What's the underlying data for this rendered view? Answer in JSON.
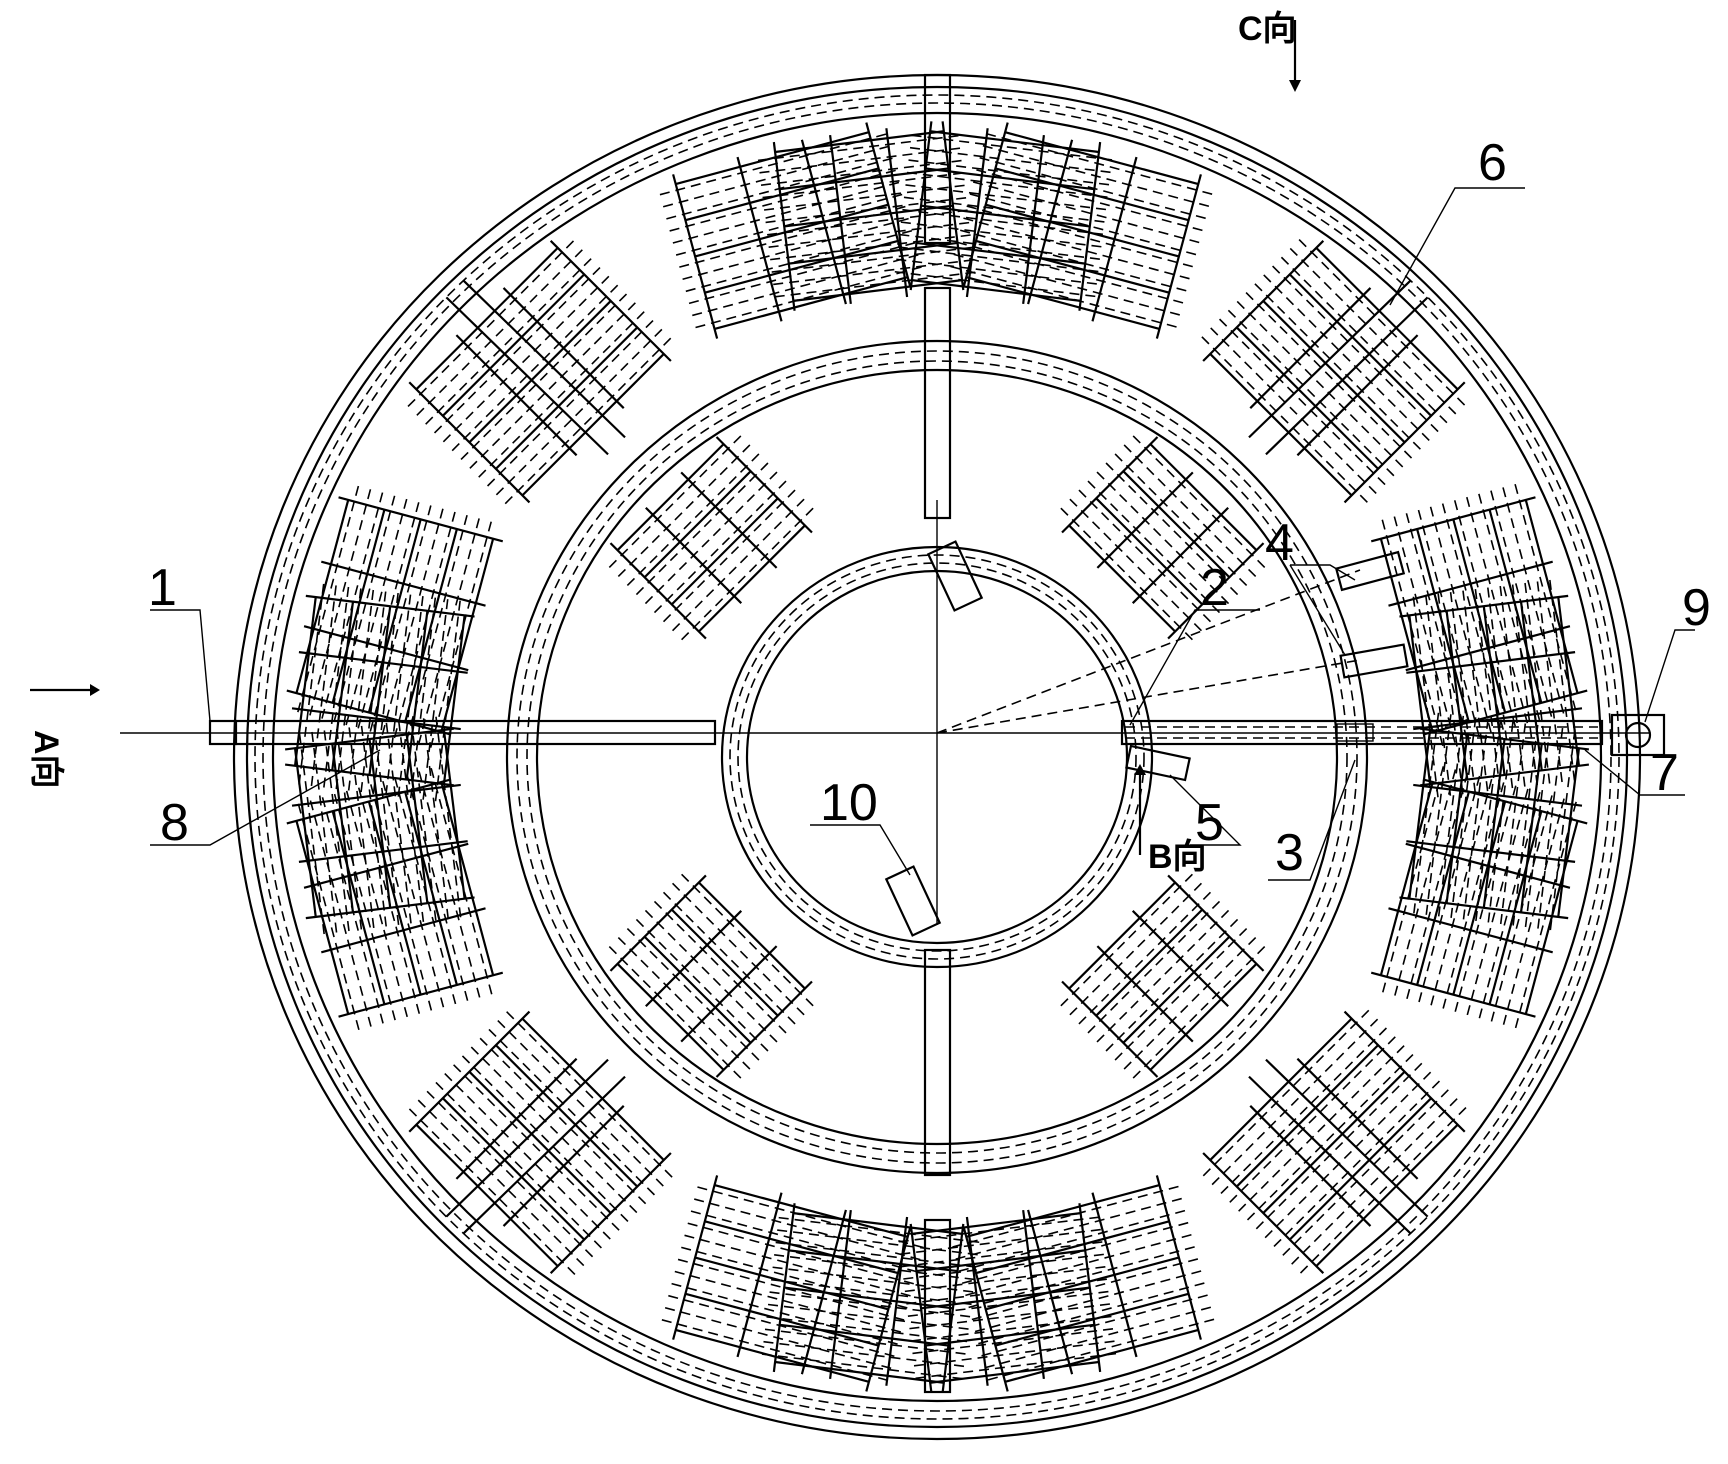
{
  "labels": {
    "n1": "1",
    "n2": "2",
    "n3": "3",
    "n4": "4",
    "n5": "5",
    "n6": "6",
    "n7": "7",
    "n8": "8",
    "n9": "9",
    "n10": "10",
    "view_a": "A向",
    "view_b": "B向",
    "view_c": "C向"
  },
  "colors": {
    "line": "#000000",
    "background": "#ffffff"
  }
}
